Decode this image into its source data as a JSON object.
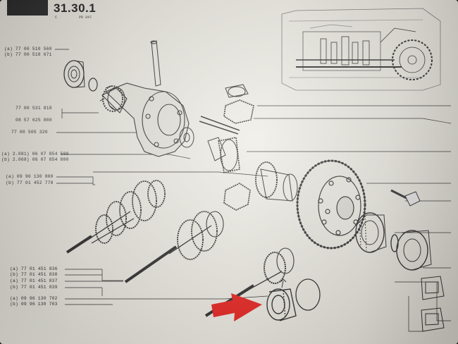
{
  "header": {
    "section_title": "31.30.1",
    "small_code": "C",
    "page_code": "PR 947"
  },
  "references": [
    {
      "text": "(a) 77 00 510 560"
    },
    {
      "text": "(b) 77 00 518 671"
    },
    {
      "text": "77 00 531 818"
    },
    {
      "text": "08 57 625 800"
    },
    {
      "text": "77 00 505 320"
    },
    {
      "text": "(a) 2.081) 06 07 854 500"
    },
    {
      "text": "(b) 2.068) 06 07 854 800"
    },
    {
      "text": "(a) 09 96 130 800"
    },
    {
      "text": "(b) 77 01 452 778"
    },
    {
      "text": "(a) 77 01 451 836"
    },
    {
      "text": "(b) 77 01 451 838"
    },
    {
      "text": "(a) 77 01 451 837"
    },
    {
      "text": "(b) 77 01 451 839"
    },
    {
      "text": "(a) 09 96 130 702"
    },
    {
      "text": "(b) 09 96 130 703"
    }
  ],
  "highlight": {
    "color": "#e8201c"
  },
  "colors": {
    "ink": "#2b2b2b",
    "paper": "#eceae2"
  }
}
